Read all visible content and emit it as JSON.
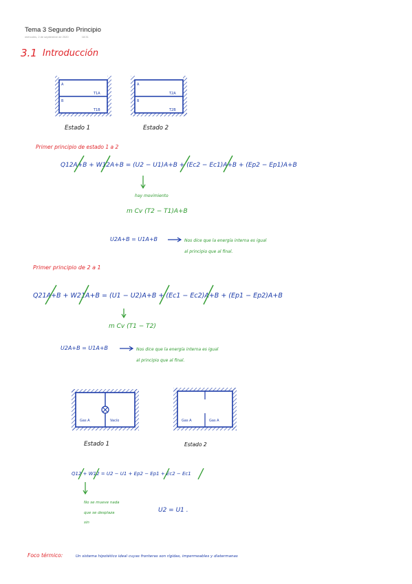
{
  "header": {
    "title": "Tema 3 Segundo Principio",
    "date": "miércoles, 2 de septiembre de 2020",
    "time": "18:31"
  },
  "section": {
    "number": "3.1",
    "heading": "Introducción"
  },
  "fig1": {
    "state1": {
      "label": "Estado 1",
      "top_a": "A",
      "bottom_b": "B",
      "t_top": "T1A",
      "t_bottom": "T1B"
    },
    "state2": {
      "label": "Estado 2",
      "top_a": "A",
      "bottom_b": "B",
      "t_top": "T2A",
      "t_bottom": "T2B"
    }
  },
  "part1": {
    "heading": "Primer principio de estado 1 a 2",
    "equation": "Q12A+B + W12A+B = (U2 − U1)A+B + (Ec2 − Ec1)A+B + (Ep2 − Ep1)A+B",
    "arrow_note": "hay movimiento",
    "subst": "m Cv (T2 − T1)A+B",
    "result_eq": "U2A+B = U1A+B",
    "result_note_1": "Nos dice que la energía interna es igual",
    "result_note_2": "al principio que al final."
  },
  "part2": {
    "heading": "Primer principio de 2 a 1",
    "equation": "Q21A+B + W21A+B = (U1 − U2)A+B + (Ec1 − Ec2)A+B + (Ep1 − Ep2)A+B",
    "subst": "m Cv (T1 − T2)",
    "result_eq": "U2A+B = U1A+B",
    "result_note_1": "Nos dice que la energía interna es igual",
    "result_note_2": "al principio que al final."
  },
  "fig2": {
    "state1": {
      "label": "Estado 1",
      "left": "Gas A",
      "right": "Vacío"
    },
    "state2": {
      "label": "Estado 2",
      "left": "Gas A",
      "right": "Gas A"
    }
  },
  "part3": {
    "equation": "Q12 + W12 = U2 − U1 + Ep2 − Ep1 + Ec2 − Ec1",
    "note_1": "No se mueve nada",
    "note_2": "que se desplaza",
    "note_3": "sin",
    "result": "U2 = U1 ."
  },
  "footer": {
    "label": "Foco térmico:",
    "text": "Un sistema hipotético ideal cuyas fronteras son rígidas, impermeables y diatermanas"
  }
}
